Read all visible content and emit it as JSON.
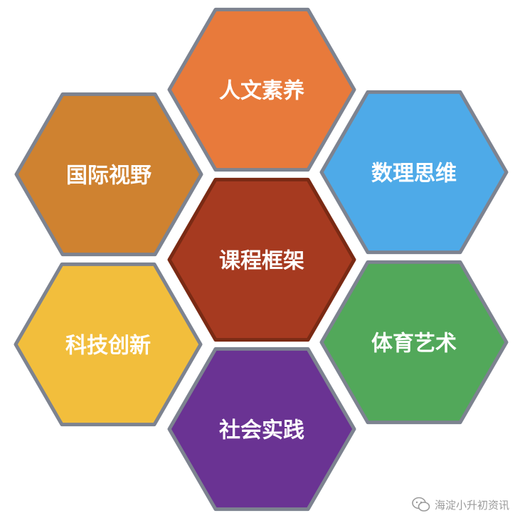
{
  "diagram": {
    "center": {
      "label": "课程框架",
      "color": "#a63a20"
    },
    "hexagons": [
      {
        "id": "top",
        "label": "人文素养",
        "color": "#e87a3b"
      },
      {
        "id": "upper-right",
        "label": "数理思维",
        "color": "#4eaae8"
      },
      {
        "id": "lower-right",
        "label": "体育艺术",
        "color": "#52a85a"
      },
      {
        "id": "bottom",
        "label": "社会实践",
        "color": "#6a3393"
      },
      {
        "id": "lower-left",
        "label": "科技创新",
        "color": "#f2be3c"
      },
      {
        "id": "upper-left",
        "label": "国际视野",
        "color": "#cf8230"
      }
    ],
    "border_color": "#7d8390",
    "center_border_color": "#7a2a14"
  },
  "watermark": {
    "icon": "wechat-icon",
    "text": "海淀小升初资讯"
  }
}
